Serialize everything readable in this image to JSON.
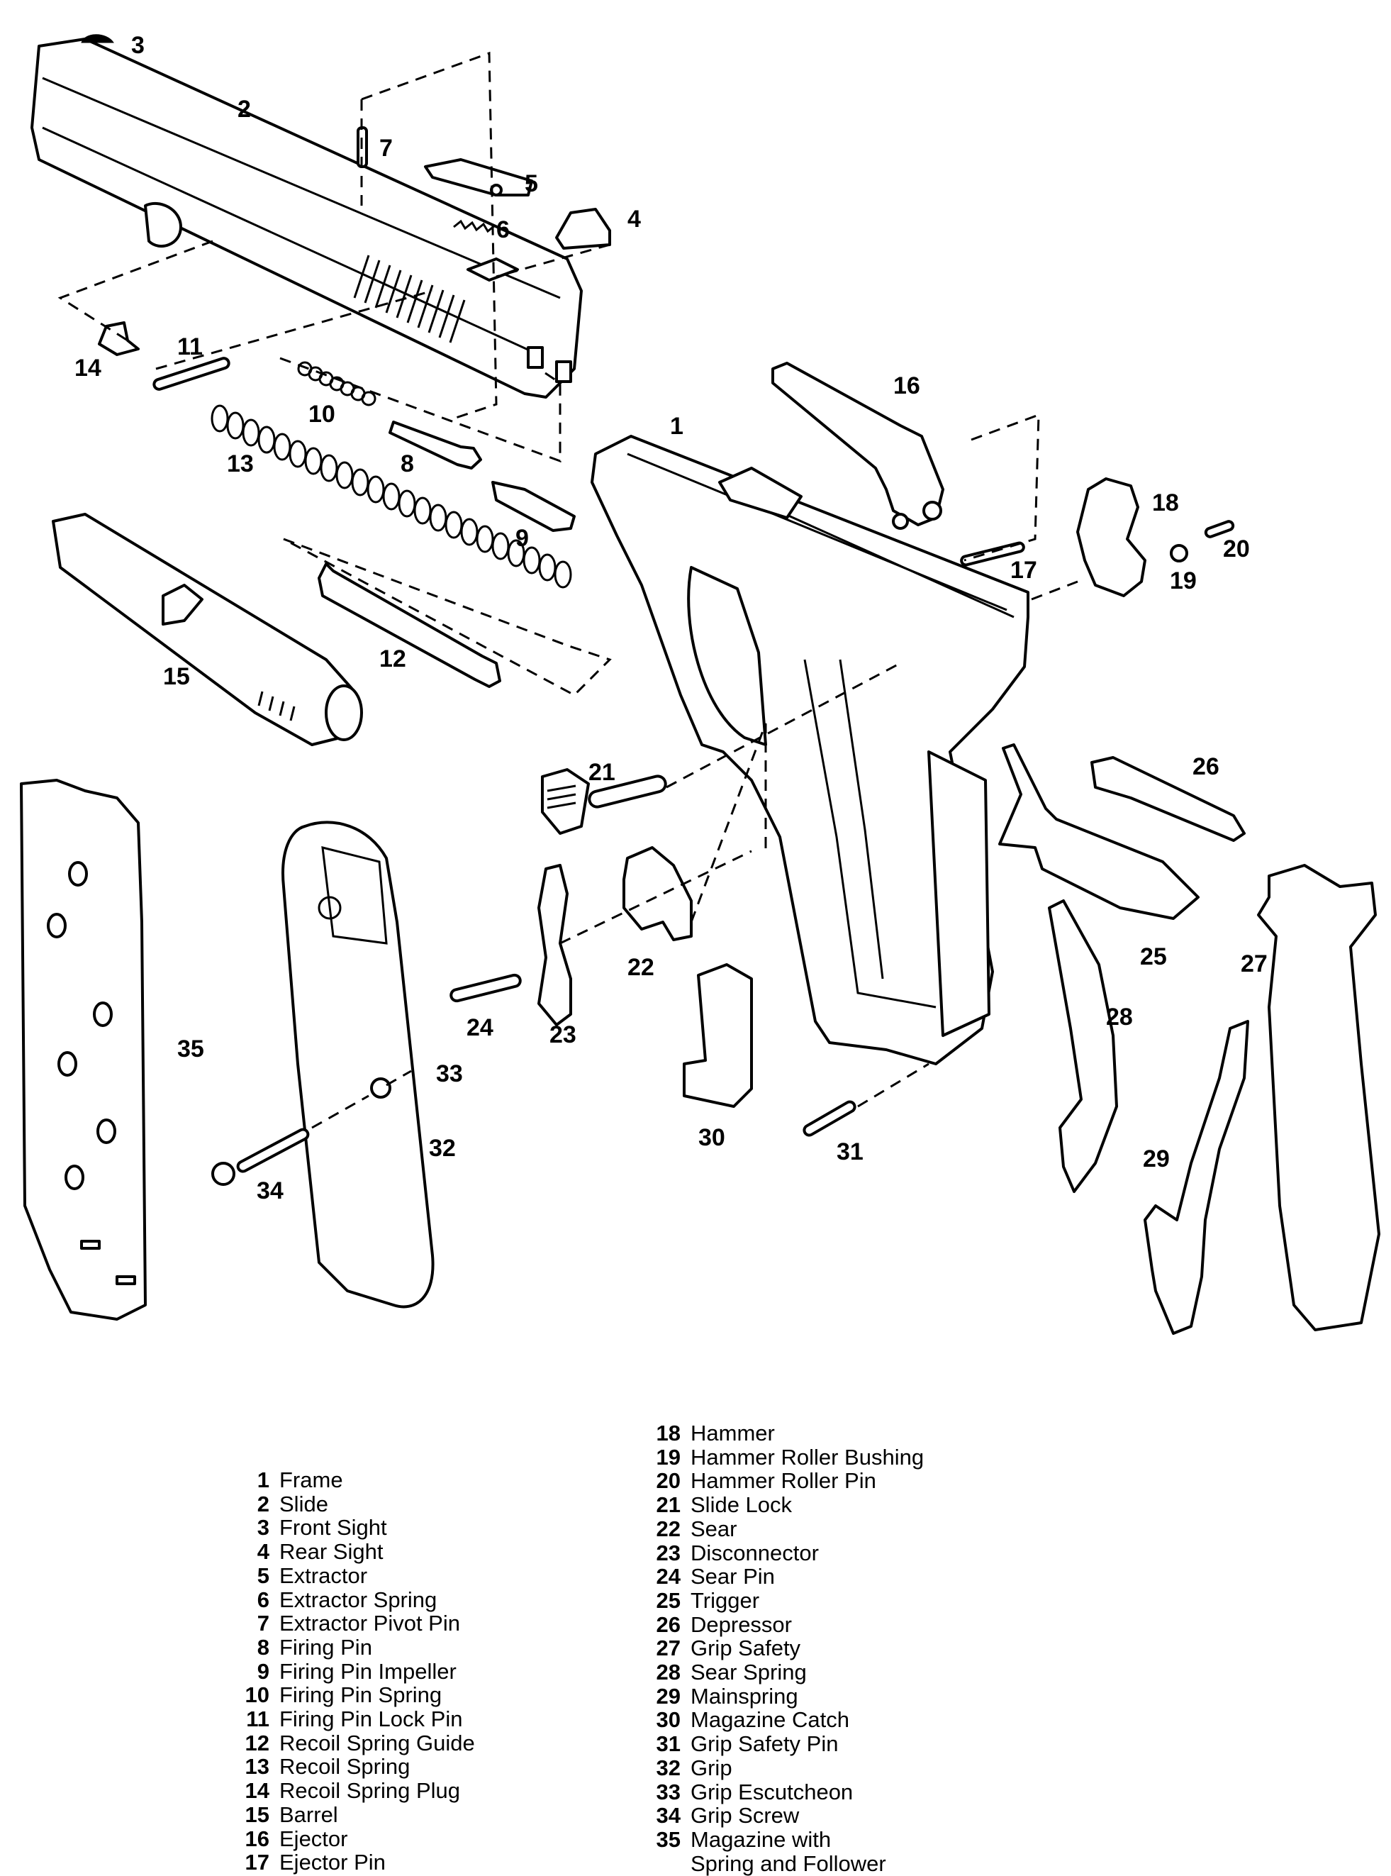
{
  "callouts": [
    {
      "id": "3"
    },
    {
      "id": "2"
    },
    {
      "id": "7"
    },
    {
      "id": "5"
    },
    {
      "id": "6"
    },
    {
      "id": "4"
    },
    {
      "id": "14"
    },
    {
      "id": "11"
    },
    {
      "id": "10"
    },
    {
      "id": "13"
    },
    {
      "id": "8"
    },
    {
      "id": "9"
    },
    {
      "id": "15"
    },
    {
      "id": "12"
    },
    {
      "id": "1"
    },
    {
      "id": "16"
    },
    {
      "id": "17"
    },
    {
      "id": "18"
    },
    {
      "id": "19"
    },
    {
      "id": "20"
    },
    {
      "id": "21"
    },
    {
      "id": "22"
    },
    {
      "id": "23"
    },
    {
      "id": "24"
    },
    {
      "id": "26"
    },
    {
      "id": "25"
    },
    {
      "id": "27"
    },
    {
      "id": "28"
    },
    {
      "id": "29"
    },
    {
      "id": "30"
    },
    {
      "id": "31"
    },
    {
      "id": "35"
    },
    {
      "id": "33"
    },
    {
      "id": "32"
    },
    {
      "id": "34"
    }
  ],
  "legend": {
    "left": [
      {
        "num": "1",
        "name": "Frame"
      },
      {
        "num": "2",
        "name": "Slide"
      },
      {
        "num": "3",
        "name": "Front Sight"
      },
      {
        "num": "4",
        "name": "Rear Sight"
      },
      {
        "num": "5",
        "name": "Extractor"
      },
      {
        "num": "6",
        "name": "Extractor Spring"
      },
      {
        "num": "7",
        "name": "Extractor Pivot Pin"
      },
      {
        "num": "8",
        "name": "Firing Pin"
      },
      {
        "num": "9",
        "name": "Firing Pin Impeller"
      },
      {
        "num": "10",
        "name": "Firing Pin Spring"
      },
      {
        "num": "11",
        "name": "Firing Pin Lock Pin"
      },
      {
        "num": "12",
        "name": "Recoil Spring Guide"
      },
      {
        "num": "13",
        "name": "Recoil Spring"
      },
      {
        "num": "14",
        "name": "Recoil Spring Plug"
      },
      {
        "num": "15",
        "name": "Barrel"
      },
      {
        "num": "16",
        "name": "Ejector"
      },
      {
        "num": "17",
        "name": "Ejector Pin"
      }
    ],
    "right": [
      {
        "num": "18",
        "name": "Hammer"
      },
      {
        "num": "19",
        "name": "Hammer Roller Bushing"
      },
      {
        "num": "20",
        "name": "Hammer Roller Pin"
      },
      {
        "num": "21",
        "name": "Slide Lock"
      },
      {
        "num": "22",
        "name": "Sear"
      },
      {
        "num": "23",
        "name": "Disconnector"
      },
      {
        "num": "24",
        "name": "Sear Pin"
      },
      {
        "num": "25",
        "name": "Trigger"
      },
      {
        "num": "26",
        "name": "Depressor"
      },
      {
        "num": "27",
        "name": "Grip Safety"
      },
      {
        "num": "28",
        "name": "Sear Spring"
      },
      {
        "num": "29",
        "name": "Mainspring"
      },
      {
        "num": "30",
        "name": "Magazine Catch"
      },
      {
        "num": "31",
        "name": "Grip Safety Pin"
      },
      {
        "num": "32",
        "name": "Grip"
      },
      {
        "num": "33",
        "name": "Grip Escutcheon"
      },
      {
        "num": "34",
        "name": "Grip Screw"
      },
      {
        "num": "35",
        "name": "Magazine with",
        "name2": "Spring and Follower"
      }
    ]
  }
}
